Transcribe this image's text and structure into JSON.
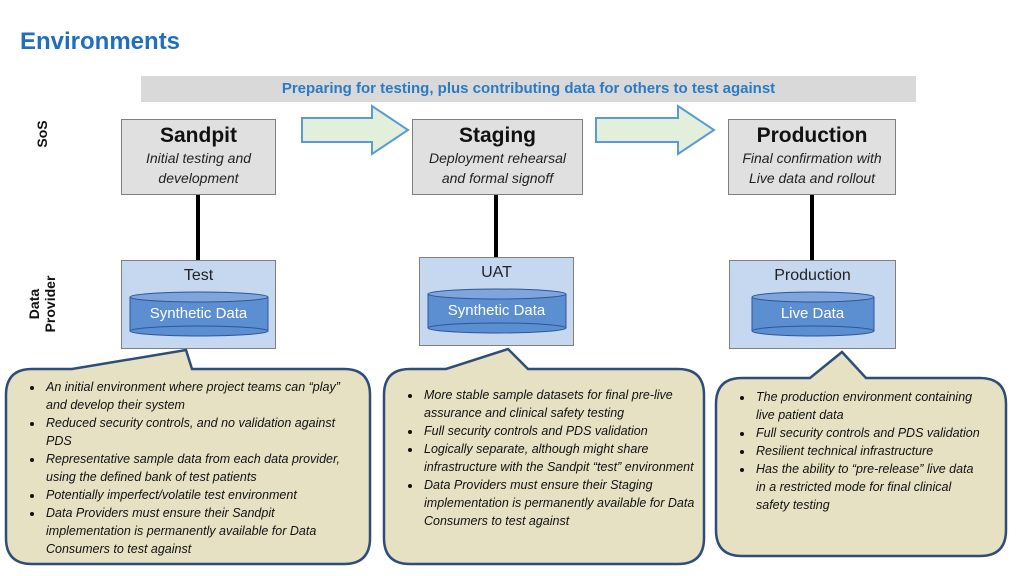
{
  "page": {
    "title": "Environments",
    "banner": "Preparing for testing, plus contributing data for others to test against",
    "row_labels": {
      "sos": "SoS",
      "data_provider_line1": "Data",
      "data_provider_line2": "Provider"
    }
  },
  "environments": [
    {
      "title": "Sandpit",
      "sub1": "Initial testing and",
      "sub2": "development"
    },
    {
      "title": "Staging",
      "sub1": "Deployment rehearsal",
      "sub2": "and formal signoff"
    },
    {
      "title": "Production",
      "sub1": "Final confirmation with",
      "sub2": "Live data and rollout"
    }
  ],
  "providers": [
    {
      "title": "Test",
      "db": "Synthetic Data"
    },
    {
      "title": "UAT",
      "db": "Synthetic Data"
    },
    {
      "title": "Production",
      "db": "Live Data"
    }
  ],
  "callouts": [
    {
      "bullets": [
        "An initial environment where project teams can “play” and develop their system",
        "Reduced security controls, and no validation against PDS",
        "Representative sample data from each data provider, using the defined bank of test patients",
        "Potentially imperfect/volatile test environment",
        "Data Providers must ensure their Sandpit implementation is permanently available for Data Consumers to test against"
      ]
    },
    {
      "bullets": [
        "More stable sample datasets for final pre-live assurance and clinical safety testing",
        "Full security controls and PDS validation",
        "Logically separate, although might share infrastructure with the Sandpit “test” environment",
        "Data Providers must ensure their Staging implementation is permanently available for Data Consumers to test against"
      ]
    },
    {
      "bullets": [
        "The production environment containing live patient data",
        "Full security controls and PDS validation",
        "Resilient technical infrastructure",
        "Has the ability to “pre-release” live data in a restricted mode for final clinical safety testing"
      ]
    }
  ],
  "colors": {
    "title": "#1f6fbf",
    "banner_bg": "#d9d9d9",
    "arrow_fill": "#e2efda",
    "arrow_stroke": "#5b9bd5",
    "env_box": "#e0e0e0",
    "provider_box": "#c5d8f0",
    "db_fill": "#5b8fd1",
    "callout_fill": "#e6e1c3",
    "callout_stroke": "#2e4d7b"
  }
}
